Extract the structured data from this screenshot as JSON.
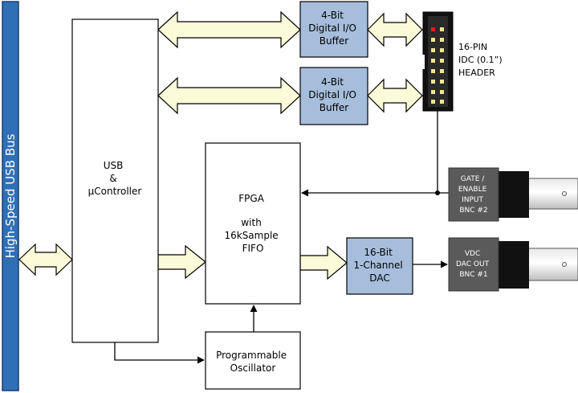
{
  "bus": {
    "label": "High-Speed USB Bus"
  },
  "usb_block": {
    "lines": [
      "USB",
      "&",
      "µController"
    ]
  },
  "io_buffer_1": {
    "lines": [
      "4-Bit",
      "Digital I/O",
      "Buffer"
    ]
  },
  "io_buffer_2": {
    "lines": [
      "4-Bit",
      "Digital I/O",
      "Buffer"
    ]
  },
  "header": {
    "lines": [
      "16-PIN",
      "IDC (0.1”)",
      "HEADER"
    ]
  },
  "fpga_block": {
    "lines": [
      "FPGA",
      "",
      "with",
      "16kSample",
      "FIFO"
    ]
  },
  "dac_block": {
    "lines": [
      "16-Bit",
      "1-Channel",
      "DAC"
    ]
  },
  "oscillator_block": {
    "lines": [
      "Programmable",
      "Oscillator"
    ]
  },
  "bnc_gate": {
    "lines": [
      "GATE /",
      "ENABLE",
      "INPUT",
      "BNC #2"
    ]
  },
  "bnc_dac": {
    "lines": [
      "VDC",
      "DAC OUT",
      "BNC #1"
    ]
  },
  "colors": {
    "bus": "#2f6fb5",
    "buffer": "#a6bedb",
    "arrow_fill": "#fbfbd9",
    "bnc_label": "#5a5a5a"
  }
}
